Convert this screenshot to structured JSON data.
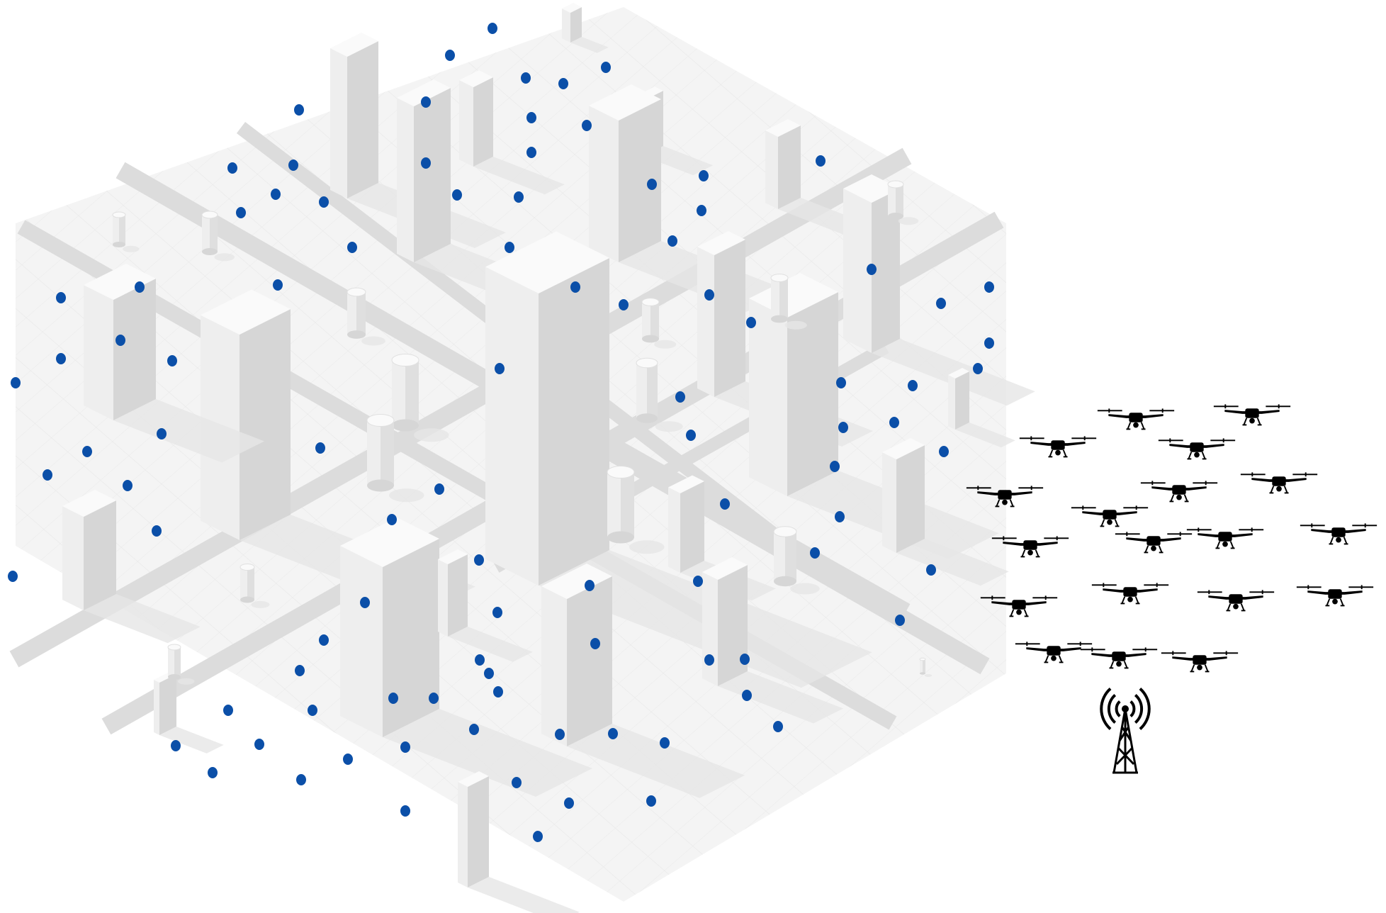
{
  "colors": {
    "background": "#ffffff",
    "ground": "#f4f4f4",
    "grid": "#e3e3e3",
    "road": "#dcdcdc",
    "building_top": "#fafafa",
    "building_left": "#eeeeee",
    "building_right": "#d6d6d6",
    "shadow": "#e6e6e6",
    "user_dot": "#0b4fa8",
    "drone": "#000000",
    "tower": "#000000"
  },
  "icons": {
    "user": "circle-dot",
    "drone": "quadcopter-drone-icon",
    "base_station": "cell-tower-icon"
  },
  "counts": {
    "user_devices": 98,
    "drones": 20,
    "base_stations": 1
  }
}
